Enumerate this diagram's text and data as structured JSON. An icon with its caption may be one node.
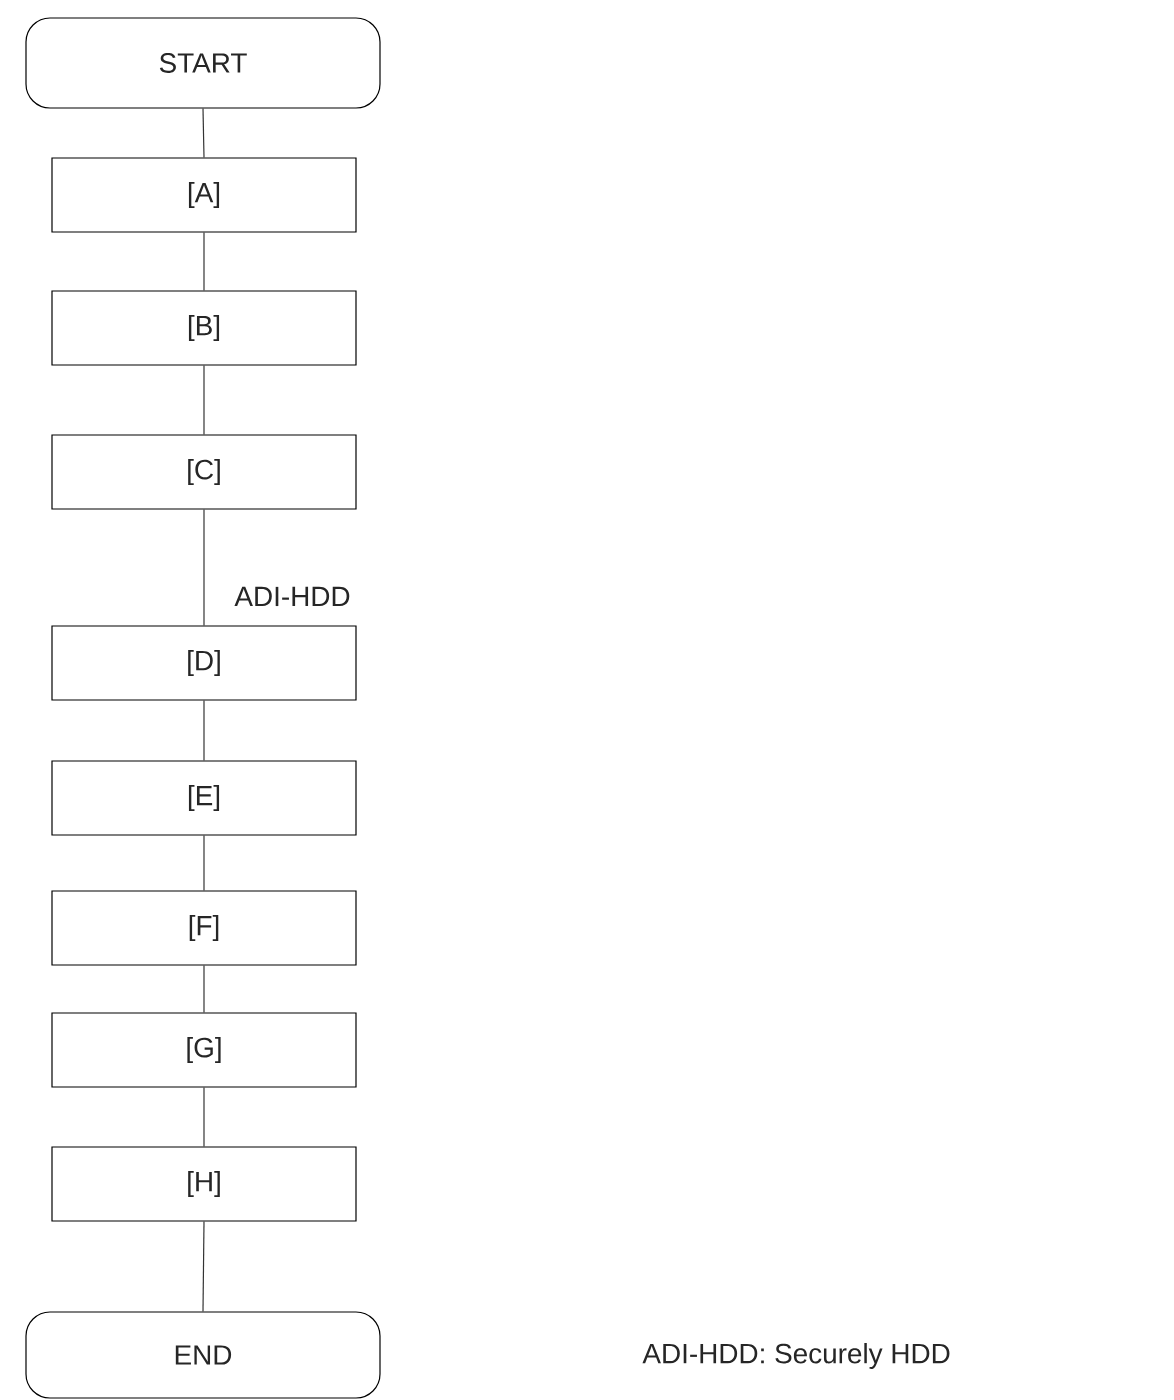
{
  "diagram": {
    "nodes": [
      {
        "text": [
          "START"
        ]
      },
      {
        "text": [
          "[A]"
        ]
      },
      {
        "text": [
          "[B]"
        ]
      },
      {
        "text": [
          "[C]"
        ]
      },
      {
        "text": [
          "[D]"
        ]
      },
      {
        "text": [
          "[E]"
        ]
      },
      {
        "text": [
          "[F]"
        ]
      },
      {
        "text": [
          "[G]"
        ]
      },
      {
        "text": [
          "[H]"
        ]
      },
      {
        "text": [
          "END"
        ]
      }
    ],
    "edges": [
      {
        "from": 0,
        "to": 1,
        "arrow": "none"
      },
      {
        "from": 1,
        "to": 2,
        "arrow": "none"
      },
      {
        "from": 2,
        "to": 3,
        "arrow": "none"
      },
      {
        "from": 3,
        "to": 4,
        "arrow": "none",
        "label": "ADI-HDD"
      },
      {
        "from": 4,
        "to": 5,
        "arrow": "none"
      },
      {
        "from": 5,
        "to": 6,
        "arrow": "none"
      },
      {
        "from": 6,
        "to": 7,
        "arrow": "none"
      },
      {
        "from": 7,
        "to": 8,
        "arrow": "none"
      },
      {
        "from": 8,
        "to": 9,
        "arrow": "none"
      }
    ],
    "labels": [
      "ADI-HDD: Securely HDD"
    ]
  }
}
